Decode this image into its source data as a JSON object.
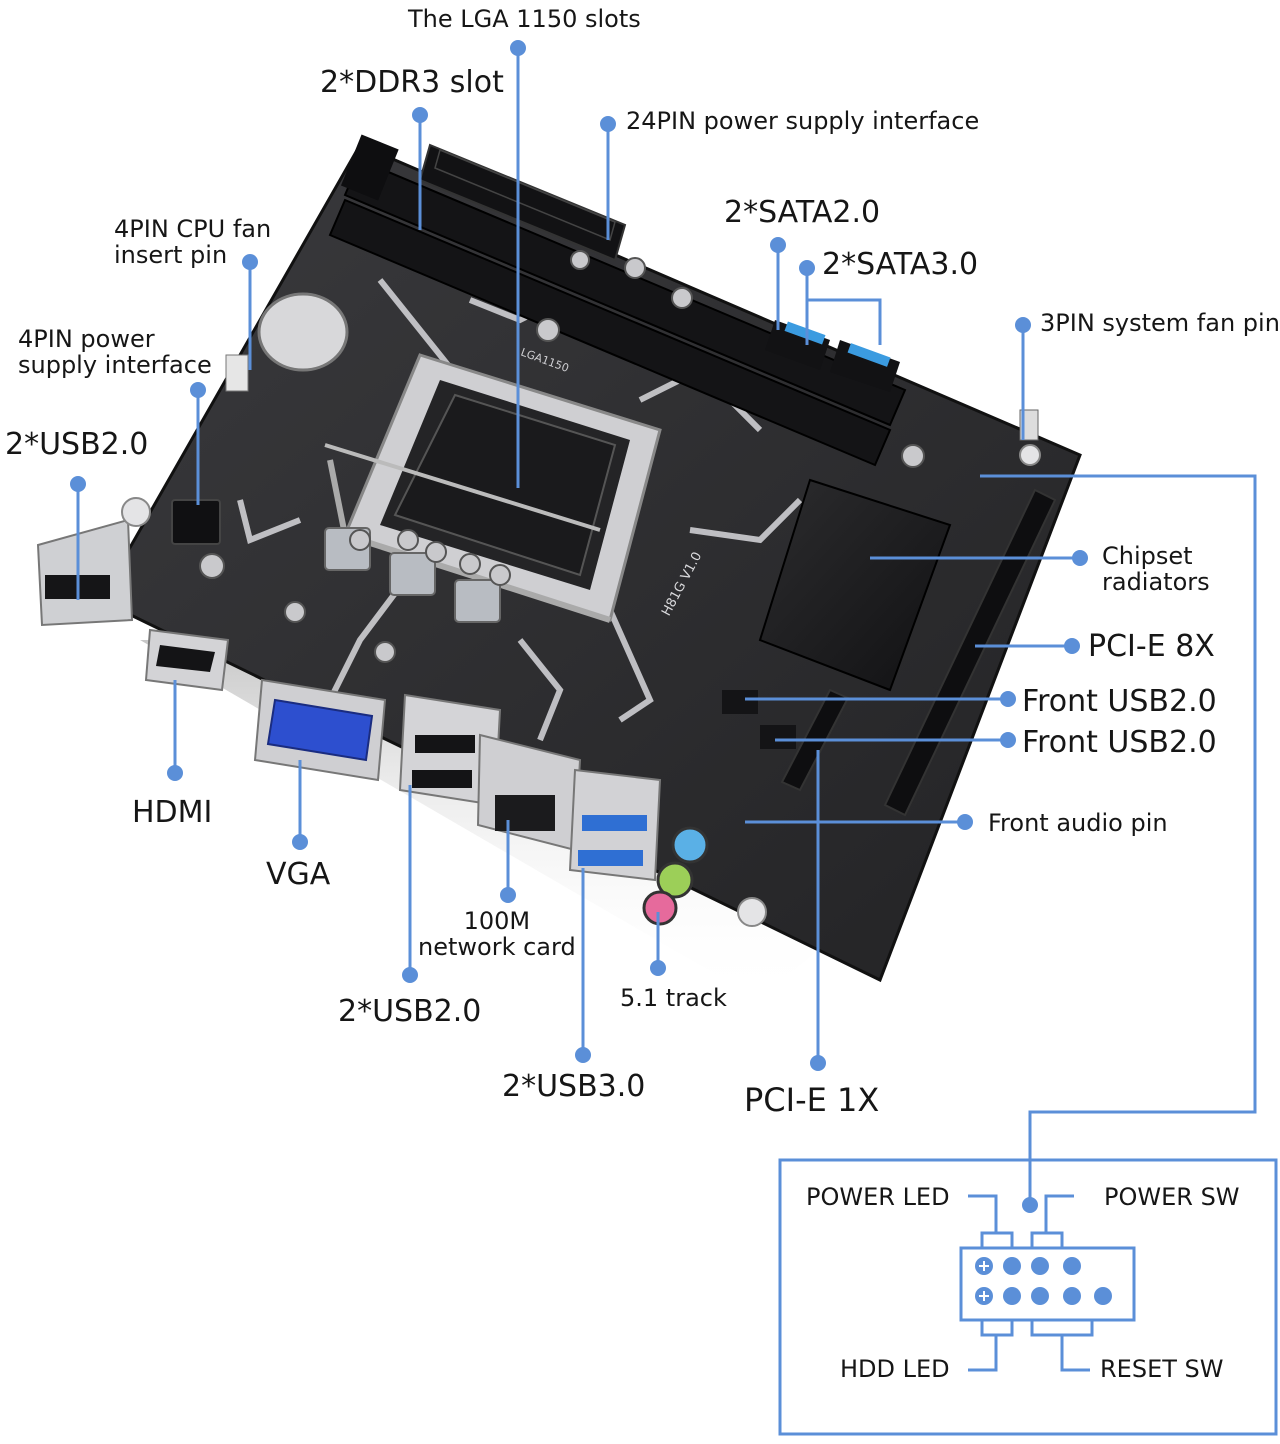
{
  "colors": {
    "leader": "#5b8fd8",
    "board": "#2b2b2d",
    "board_dark": "#18181a",
    "silk": "#d9d9dc",
    "sata": "#3b9be0",
    "vga": "#2d4fcf",
    "text": "#161616"
  },
  "labels": {
    "lga_slots": "The LGA 1150 slots",
    "ddr3": "2*DDR3 slot",
    "pin24": "24PIN power supply interface",
    "cpu_fan": "4PIN CPU fan\ninsert pin",
    "sata2": "2*SATA2.0",
    "sata3": "2*SATA3.0",
    "sys_fan": "3PIN system fan pin",
    "pin4_power": "4PIN power\nsupply interface",
    "usb2_left": "2*USB2.0",
    "chipset": "Chipset\nradiators",
    "pcie8": "PCI-E 8X",
    "front_usb_1": "Front USB2.0",
    "front_usb_2": "Front USB2.0",
    "front_audio": "Front audio pin",
    "hdmi": "HDMI",
    "vga": "VGA",
    "net": "100M\nnetwork card",
    "usb2_bottom": "2*USB2.0",
    "track": "5.1 track",
    "usb3": "2*USB3.0",
    "pcie1": "PCI-E 1X"
  },
  "board_silk": {
    "model": "H81G V1.0",
    "socket": "LGA1150"
  },
  "front_panel": {
    "power_led": "POWER LED",
    "power_sw": "POWER SW",
    "hdd_led": "HDD LED",
    "reset_sw": "RESET SW"
  }
}
